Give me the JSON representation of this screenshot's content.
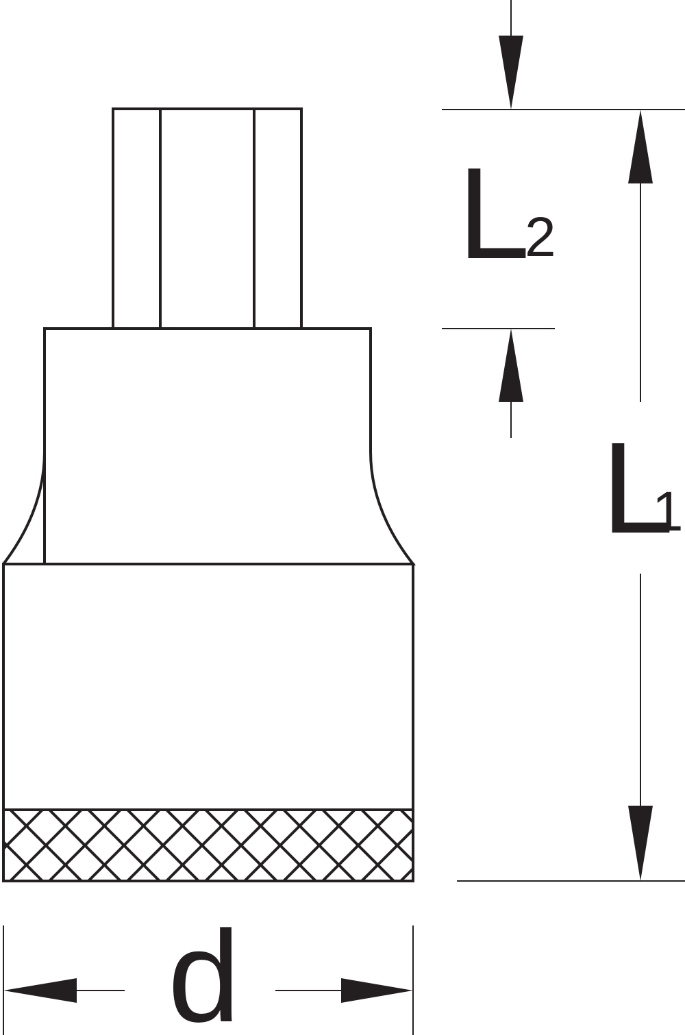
{
  "colors": {
    "line": "#231f20",
    "background": "#ffffff"
  },
  "dimensions": {
    "l2": {
      "main": "L",
      "sub": "2"
    },
    "l1": {
      "main": "L",
      "sub": "1"
    },
    "d": {
      "main": "d"
    }
  }
}
